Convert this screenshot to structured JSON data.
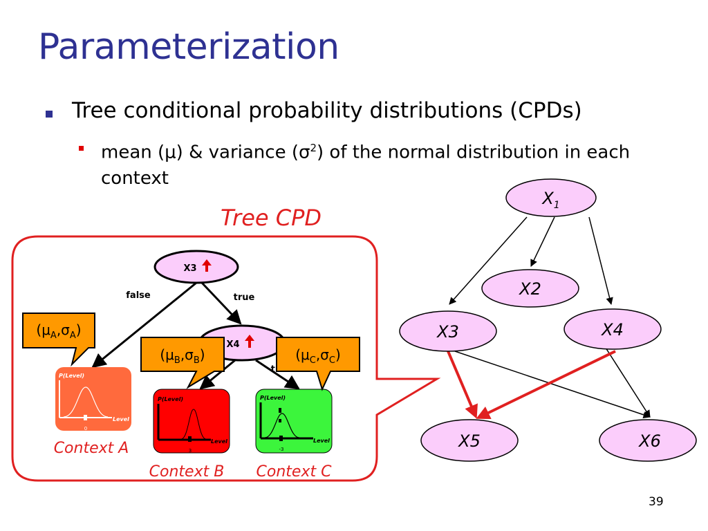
{
  "slide": {
    "title": "Parameterization",
    "bullet1": "Tree conditional probability distributions (CPDs)",
    "bullet2_pre": "mean (μ) & variance (σ",
    "bullet2_sup": "2",
    "bullet2_post": ") of the normal distribution in each context",
    "page_number": "39"
  },
  "tree_cpd": {
    "label": "Tree CPD",
    "root_var": "X3",
    "inner_var": "X4",
    "edge_false": "false",
    "edge_true": "true",
    "edge_true2": "tr",
    "params": {
      "a": [
        "(μ",
        "A",
        ",σ",
        "A",
        ")"
      ],
      "b": [
        "(μ",
        "B",
        ",σ",
        "B",
        ")"
      ],
      "c": [
        "(μ",
        "C",
        ",σ",
        "C",
        ")"
      ]
    },
    "plots": {
      "a": {
        "ylabel": "P(Level)",
        "xlabel": "Level",
        "tick": "0"
      },
      "b": {
        "ylabel": "P(Level)",
        "xlabel": "Level",
        "tick": "3"
      },
      "c": {
        "ylabel": "P(Level)",
        "xlabel": "Level",
        "tick": "-3"
      }
    },
    "contexts": [
      "Context A",
      "Context B",
      "Context C"
    ]
  },
  "network": {
    "nodes": {
      "x1": {
        "name": "X",
        "sub": "1"
      },
      "x2": "X2",
      "x3": "X3",
      "x4": "X4",
      "x5": "X5",
      "x6": "X6"
    }
  },
  "colors": {
    "title": "#2e3192",
    "node_fill": "#fbcdfb",
    "context_a": "#ff6a3d",
    "context_b": "#ff0000",
    "context_c": "#3cf53c",
    "callout": "#ff9900",
    "highlight": "#e02020",
    "frame": "#e02020"
  }
}
